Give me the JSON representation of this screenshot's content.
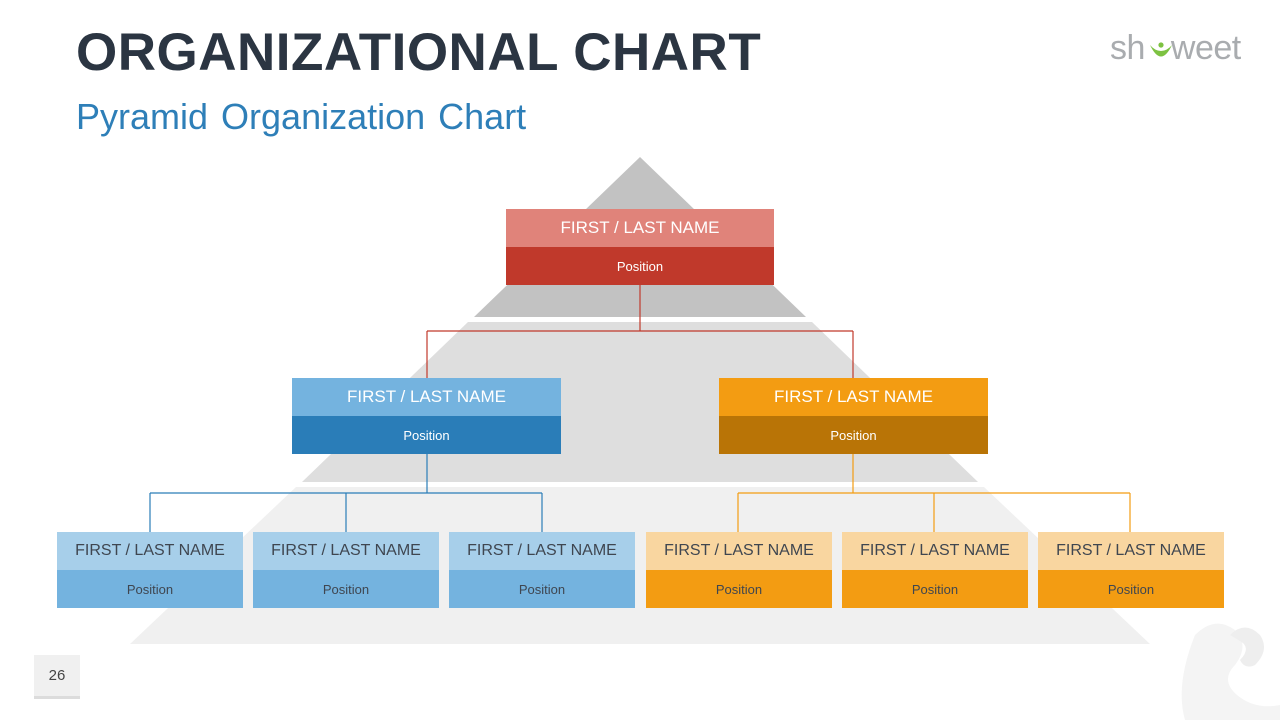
{
  "slide": {
    "title": "ORGANIZATIONAL CHART",
    "subtitle": "Pyramid Organization Chart",
    "page_number": "26"
  },
  "logo": {
    "left": "sh",
    "right": "weet"
  },
  "org": {
    "top": {
      "name": "FIRST / LAST NAME",
      "position": "Position"
    },
    "mid_left": {
      "name": "FIRST / LAST NAME",
      "position": "Position"
    },
    "mid_right": {
      "name": "FIRST / LAST NAME",
      "position": "Position"
    },
    "bottom_left": [
      {
        "name": "FIRST / LAST NAME",
        "position": "Position"
      },
      {
        "name": "FIRST / LAST NAME",
        "position": "Position"
      },
      {
        "name": "FIRST / LAST NAME",
        "position": "Position"
      }
    ],
    "bottom_right": [
      {
        "name": "FIRST / LAST NAME",
        "position": "Position"
      },
      {
        "name": "FIRST / LAST NAME",
        "position": "Position"
      },
      {
        "name": "FIRST / LAST NAME",
        "position": "Position"
      }
    ]
  },
  "colors": {
    "red_light": "#e0837a",
    "red_dark": "#c0392b",
    "blue_light": "#74b3df",
    "blue_dark": "#2a7db8",
    "orange_light": "#f39c12",
    "orange_dark": "#b97406",
    "lightblue_light": "#a7cfea",
    "lightblue_dark": "#74b3df",
    "peach_light": "#f9d6a0",
    "peach_dark": "#f39c12"
  }
}
